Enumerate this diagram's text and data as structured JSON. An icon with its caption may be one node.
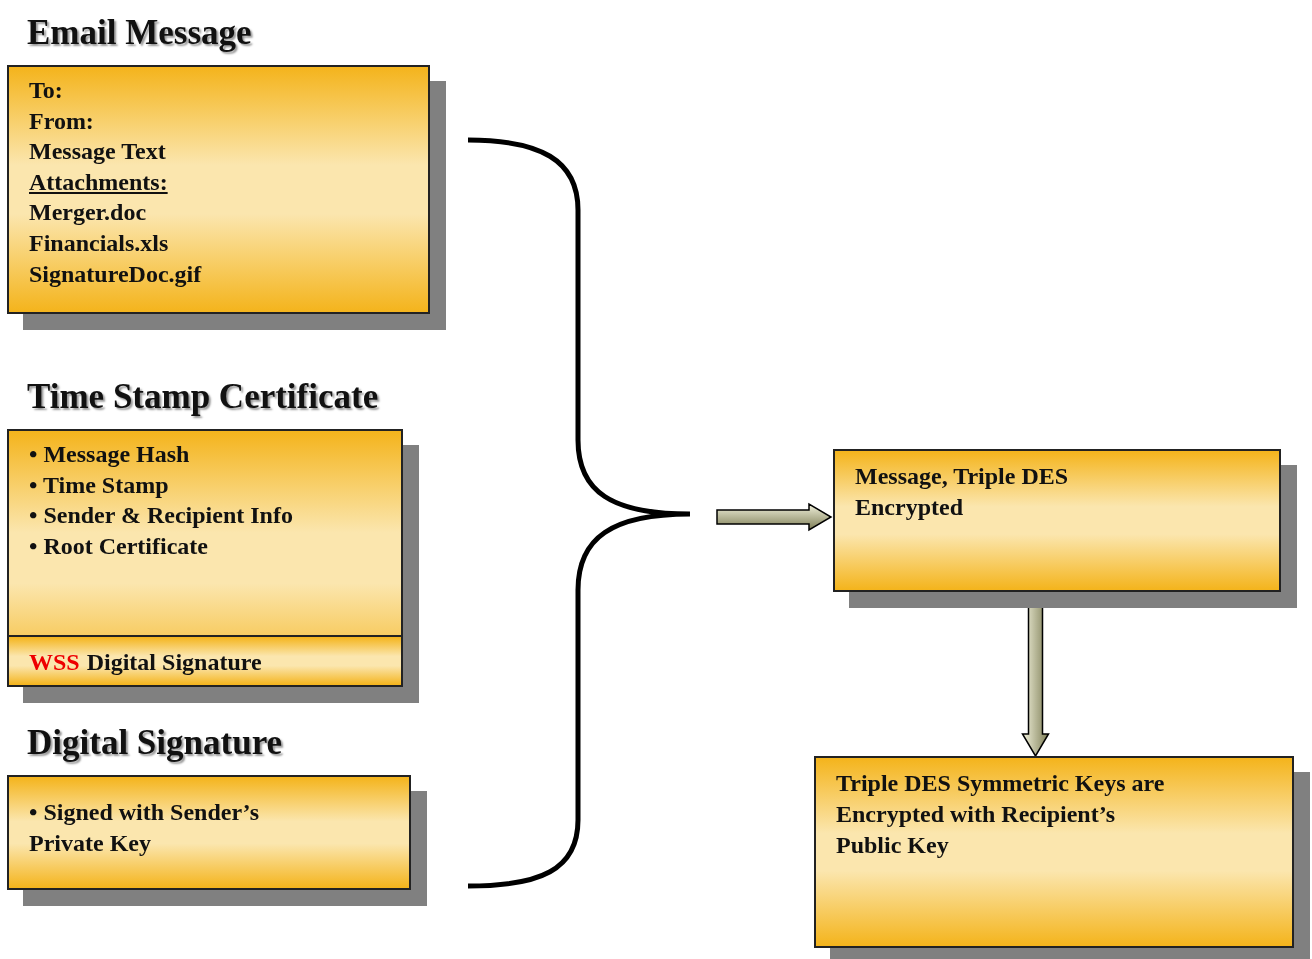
{
  "diagram": {
    "nodes": [
      {
        "text": [
          "Email Message",
          "To:",
          "From:",
          "Message Text",
          "Attachments:",
          "Merger.doc",
          "Financials.xls",
          "SignatureDoc.gif"
        ]
      },
      {
        "text": [
          "Time Stamp Certificate",
          "• Message Hash",
          "• Time Stamp",
          "• Sender & Recipient Info",
          "• Root Certificate"
        ]
      },
      {
        "text": [
          "WSS",
          "Digital Signature"
        ],
        "in": 1
      },
      {
        "text": [
          "Digital Signature",
          "• Signed with Sender’s Private Key"
        ]
      },
      {
        "text": [
          "Message, Triple DES Encrypted"
        ]
      },
      {
        "text": [
          "Triple DES Symmetric Keys are Encrypted with Recipient’s Public Key"
        ]
      }
    ],
    "edges": [
      {
        "from": null,
        "to": 4,
        "arrow": "to"
      },
      {
        "from": 4,
        "to": 5,
        "arrow": "to"
      }
    ]
  }
}
